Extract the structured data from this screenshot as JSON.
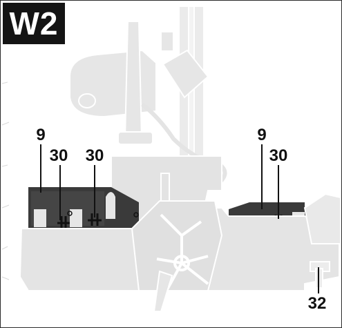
{
  "figure": {
    "tag": "W2",
    "callouts": {
      "left_9": "9",
      "left_30a": "30",
      "left_30b": "30",
      "right_9": "9",
      "right_30": "30",
      "bottom_32": "32"
    }
  },
  "colors": {
    "machine_fill": "#e8e8e8",
    "machine_stroke": "#ffffff",
    "highlight_dark": "#3a3a3a",
    "tag_bg": "#141414",
    "tag_text": "#ffffff"
  }
}
